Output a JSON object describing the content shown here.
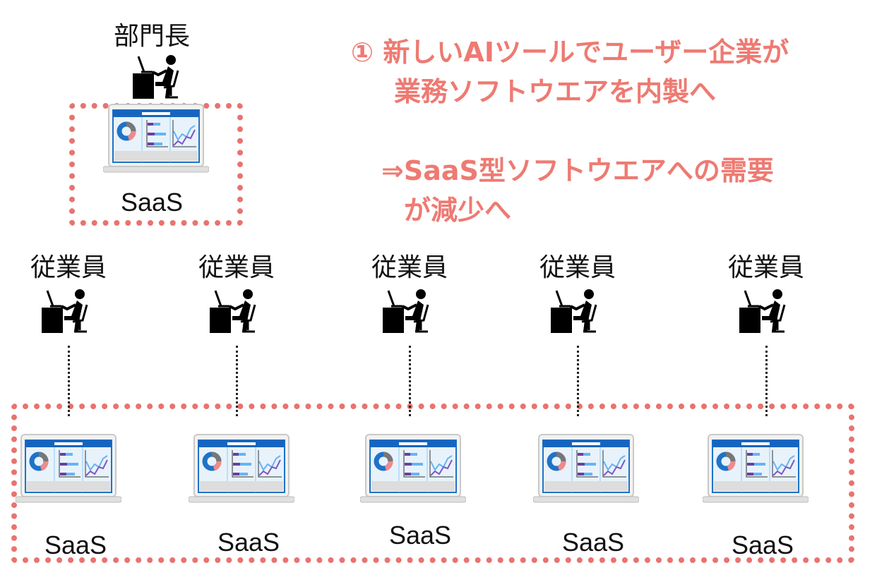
{
  "manager": {
    "label": "部門長",
    "software": "SaaS"
  },
  "employees": [
    {
      "label": "従業員",
      "software": "SaaS"
    },
    {
      "label": "従業員",
      "software": "SaaS"
    },
    {
      "label": "従業員",
      "software": "SaaS"
    },
    {
      "label": "従業員",
      "software": "SaaS"
    },
    {
      "label": "従業員",
      "software": "SaaS"
    }
  ],
  "message": {
    "line1": "① 新しいAIツールでユーザー企業が",
    "line2": "業務ソフトウエアを内製へ",
    "line3": "⇒SaaS型ソフトウエアへの需要",
    "line4": "が減少へ"
  },
  "colors": {
    "accent": "#EE7A72",
    "dots": "#E8736F",
    "screen_header": "#1565C0"
  }
}
